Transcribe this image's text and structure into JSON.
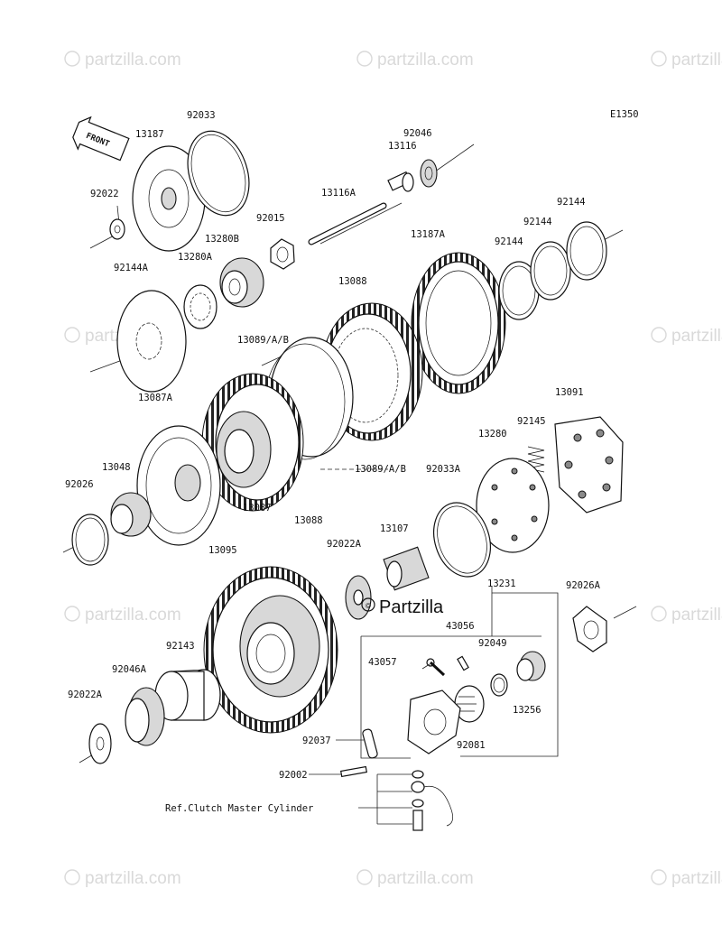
{
  "code": "E1350",
  "front_label": "FRONT",
  "center_watermark": "Partzilla",
  "watermark_text": "partzilla.com",
  "reference_note": "Ref.Clutch Master Cylinder",
  "parts": [
    "13187",
    "92033",
    "92022",
    "92046",
    "13116",
    "13116A",
    "92015",
    "13280B",
    "13280A",
    "92144A",
    "13187A",
    "92144",
    "92144",
    "92144",
    "13088",
    "13089/A/B",
    "13087A",
    "13048",
    "92026",
    "13087",
    "13088",
    "13089/A/B",
    "13091",
    "92145",
    "13280",
    "92033A",
    "13107",
    "92022A",
    "13095",
    "92143",
    "92046A",
    "92022A",
    "13231",
    "92026A",
    "43056",
    "92049",
    "43057",
    "13256",
    "92081",
    "92037",
    "92002"
  ]
}
